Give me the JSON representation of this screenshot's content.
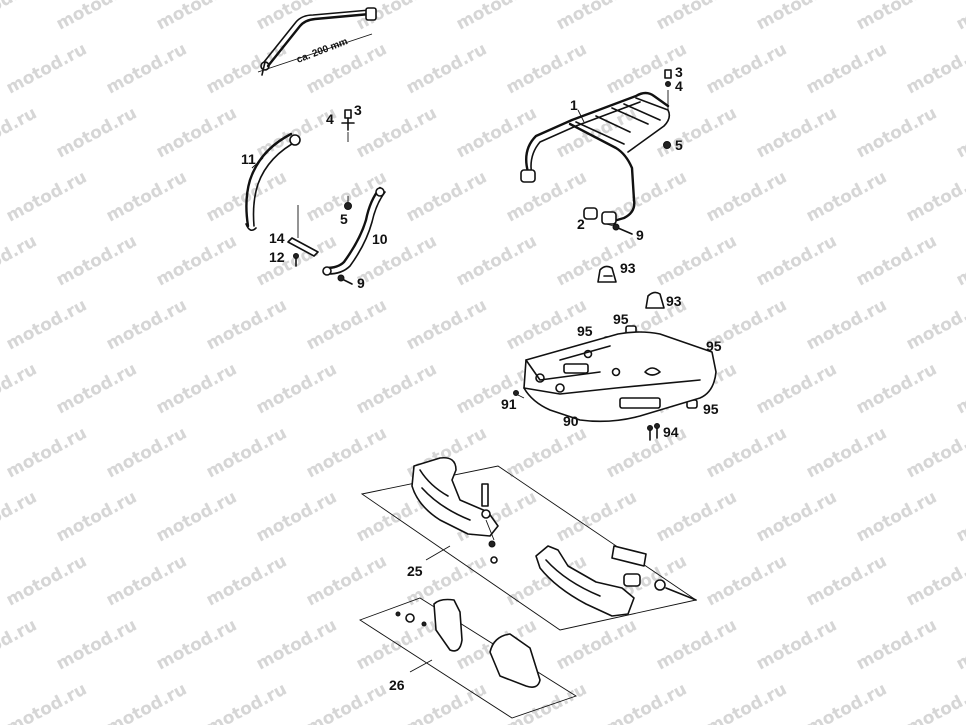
{
  "watermark": "motod.ru",
  "dimension_label": "ca. 200 mm",
  "callouts": {
    "c1": "1",
    "c2": "2",
    "c3a": "3",
    "c3b": "3",
    "c4a": "4",
    "c4b": "4",
    "c5a": "5",
    "c5b": "5",
    "c9a": "9",
    "c9b": "9",
    "c10": "10",
    "c11": "11",
    "c12": "12",
    "c14": "14",
    "c25": "25",
    "c26": "26",
    "c90": "90",
    "c91": "91",
    "c93a": "93",
    "c93b": "93",
    "c94": "94",
    "c95a": "95",
    "c95b": "95",
    "c95c": "95",
    "c95d": "95"
  }
}
